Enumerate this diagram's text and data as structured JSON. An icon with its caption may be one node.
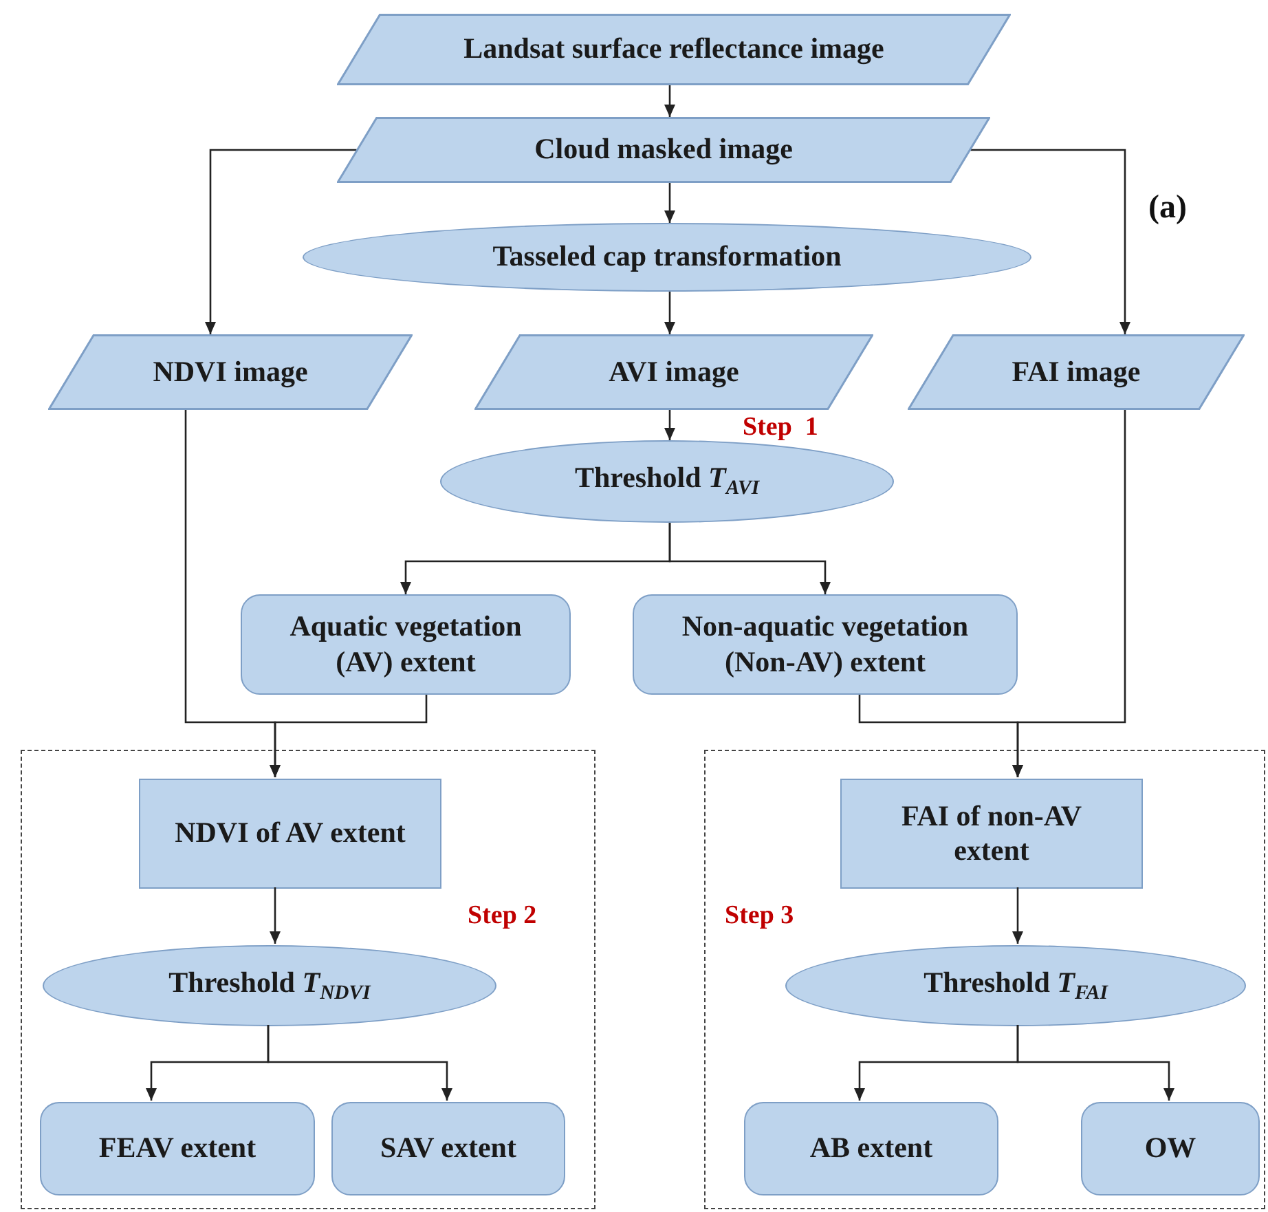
{
  "diagram": {
    "nodes": [
      {
        "text": [
          "Landsat surface reflectance image"
        ]
      },
      {
        "text": [
          "Cloud masked image"
        ]
      },
      {
        "text": [
          "Tasseled cap transformation"
        ]
      },
      {
        "text": [
          "NDVI image"
        ]
      },
      {
        "text": [
          "AVI image"
        ]
      },
      {
        "text": [
          "FAI image"
        ]
      },
      {
        "text": [
          "Threshold *T*$_{AVI}$"
        ]
      },
      {
        "text": [
          "Aquatic vegetation (AV) extent"
        ]
      },
      {
        "text": [
          "Non-aquatic vegetation (Non-AV) extent"
        ]
      },
      {
        "text": [],
        "shape": "box"
      },
      {
        "text": [
          "NDVI of AV extent"
        ],
        "in": 9
      },
      {
        "text": [
          "Threshold *T*$_{NDVI}$"
        ],
        "in": 9
      },
      {
        "text": [
          "FEAV extent"
        ],
        "in": 9
      },
      {
        "text": [
          "SAV extent"
        ],
        "in": 9
      },
      {
        "text": [],
        "shape": "box"
      },
      {
        "text": [
          "FAI of non-AV extent"
        ],
        "in": 14
      },
      {
        "text": [
          "Threshold *T*$_{FAI}$"
        ],
        "in": 14
      },
      {
        "text": [
          "AB extent"
        ],
        "in": 14
      },
      {
        "text": [
          "OW"
        ],
        "in": 14
      }
    ],
    "edges": [
      {
        "from": 0,
        "to": 1,
        "arrow": "to"
      },
      {
        "from": 1,
        "to": 2,
        "arrow": "to"
      },
      {
        "from": 1,
        "to": 3,
        "arrow": "to"
      },
      {
        "from": 1,
        "to": 5,
        "arrow": "to"
      },
      {
        "from": 2,
        "to": 4,
        "arrow": "to"
      },
      {
        "from": 4,
        "to": 6,
        "arrow": "to"
      },
      {
        "from": 6,
        "to": 7,
        "arrow": "to"
      },
      {
        "from": 6,
        "to": 8,
        "arrow": "to"
      },
      {
        "from": 3,
        "to": 10,
        "arrow": "to"
      },
      {
        "from": 7,
        "to": 10,
        "arrow": "to"
      },
      {
        "from": 8,
        "to": 15,
        "arrow": "to"
      },
      {
        "from": 5,
        "to": 15,
        "arrow": "to"
      },
      {
        "from": 10,
        "to": 11,
        "arrow": "to"
      },
      {
        "from": 11,
        "to": 12,
        "arrow": "to"
      },
      {
        "from": 11,
        "to": 13,
        "arrow": "to"
      },
      {
        "from": 15,
        "to": 16,
        "arrow": "to"
      },
      {
        "from": 16,
        "to": 17,
        "arrow": "to"
      },
      {
        "from": 16,
        "to": 18,
        "arrow": "to"
      }
    ],
    "labels": [
      "(a)",
      "Step  1",
      "Step 2",
      "Step 3"
    ]
  }
}
